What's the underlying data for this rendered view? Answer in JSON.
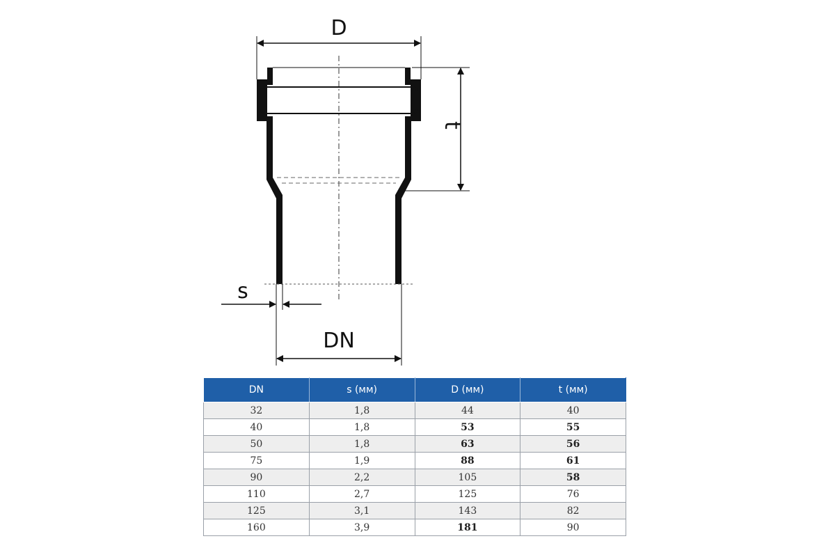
{
  "diagram": {
    "labels": {
      "D": "D",
      "t": "t",
      "s": "s",
      "DN": "DN"
    }
  },
  "table": {
    "headers": [
      "DN",
      "s (мм)",
      "D (мм)",
      "t (мм)"
    ],
    "rows": [
      {
        "dn": "32",
        "s": "1,8",
        "d": "44",
        "t": "40",
        "d_bold": false,
        "t_bold": false
      },
      {
        "dn": "40",
        "s": "1,8",
        "d": "53",
        "t": "55",
        "d_bold": true,
        "t_bold": true
      },
      {
        "dn": "50",
        "s": "1,8",
        "d": "63",
        "t": "56",
        "d_bold": true,
        "t_bold": true
      },
      {
        "dn": "75",
        "s": "1,9",
        "d": "88",
        "t": "61",
        "d_bold": true,
        "t_bold": true
      },
      {
        "dn": "90",
        "s": "2,2",
        "d": "105",
        "t": "58",
        "d_bold": false,
        "t_bold": true
      },
      {
        "dn": "110",
        "s": "2,7",
        "d": "125",
        "t": "76",
        "d_bold": false,
        "t_bold": false
      },
      {
        "dn": "125",
        "s": "3,1",
        "d": "143",
        "t": "82",
        "d_bold": false,
        "t_bold": false
      },
      {
        "dn": "160",
        "s": "3,9",
        "d": "181",
        "t": "90",
        "d_bold": true,
        "t_bold": false
      }
    ]
  },
  "colors": {
    "header_bg": "#1f5fa8",
    "row_alt_bg": "#eeeeee",
    "line": "#111111"
  }
}
